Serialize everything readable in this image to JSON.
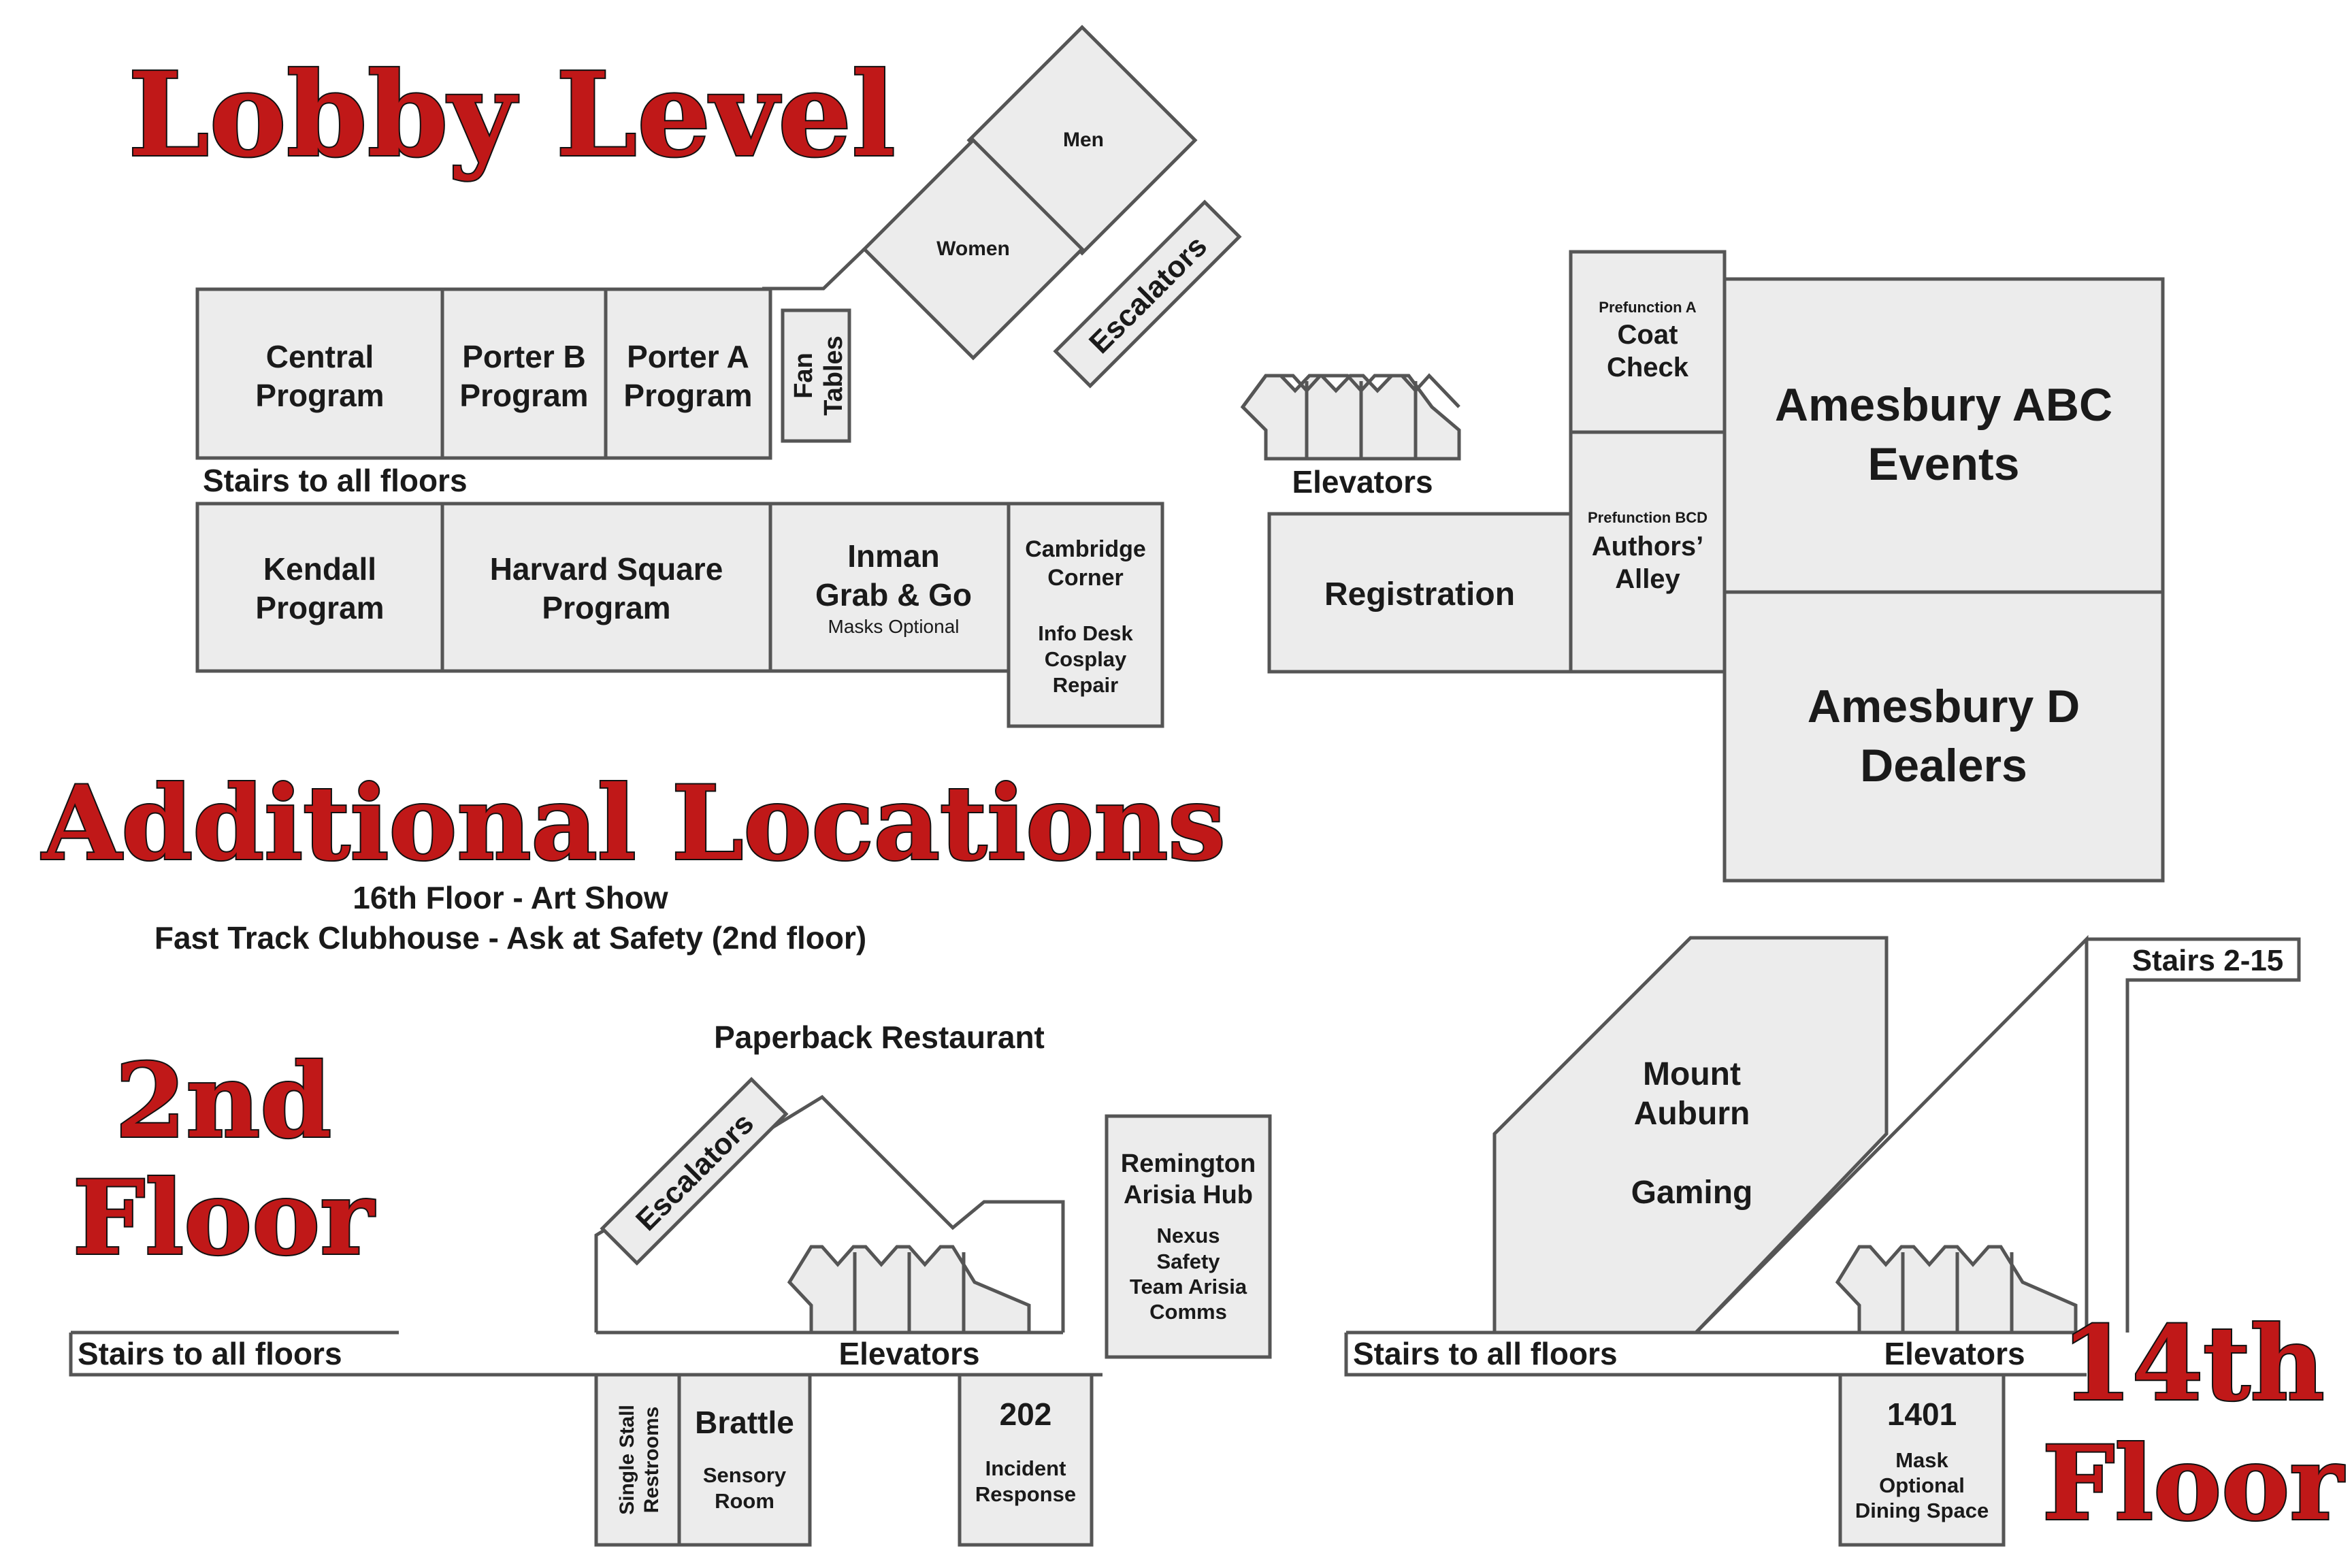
{
  "colors": {
    "title": "#c01818",
    "room_fill": "#ececec",
    "outline": "#555555",
    "text": "#1a1a1a"
  },
  "titles": {
    "lobby": "Lobby Level",
    "additional": "Additional Locations",
    "second_line1": "2nd",
    "second_line2": "Floor",
    "fourteenth_line1": "14th",
    "fourteenth_line2": "Floor"
  },
  "additional": {
    "line1": "16th Floor - Art Show",
    "line2": "Fast Track Clubhouse - Ask at Safety (2nd floor)"
  },
  "lobby": {
    "men": "Men",
    "women": "Women",
    "escalators": "Escalators",
    "central": [
      "Central",
      "Program"
    ],
    "porter_b": [
      "Porter B",
      "Program"
    ],
    "porter_a": [
      "Porter A",
      "Program"
    ],
    "fan_tables": [
      "Fan",
      "Tables"
    ],
    "stairs": "Stairs to all floors",
    "kendall": [
      "Kendall",
      "Program"
    ],
    "harvard": [
      "Harvard Square",
      "Program"
    ],
    "inman": [
      "Inman",
      "Grab & Go"
    ],
    "inman_note": "Masks Optional",
    "cambridge": [
      "Cambridge",
      "Corner"
    ],
    "info_desk": [
      "Info Desk",
      "Cosplay",
      "Repair"
    ],
    "elevators": "Elevators",
    "registration": "Registration",
    "prefunction_a": "Prefunction A",
    "coat_check": [
      "Coat",
      "Check"
    ],
    "prefunction_bcd": "Prefunction BCD",
    "authors_alley": [
      "Authors’",
      "Alley"
    ],
    "amesbury_abc": [
      "Amesbury ABC",
      "Events"
    ],
    "amesbury_d": [
      "Amesbury D",
      "Dealers"
    ]
  },
  "second": {
    "paperback": "Paperback Restaurant",
    "escalators": "Escalators",
    "stairs": "Stairs to all floors",
    "elevators": "Elevators",
    "remington": [
      "Remington",
      "Arisia Hub"
    ],
    "remington_sub": [
      "Nexus",
      "Safety",
      "Team Arisia",
      "Comms"
    ],
    "restrooms": [
      "Single Stall",
      "Restrooms"
    ],
    "brattle": "Brattle",
    "brattle_sub": [
      "Sensory",
      "Room"
    ],
    "r202": "202",
    "r202_sub": [
      "Incident",
      "Response"
    ]
  },
  "fourteenth": {
    "mount_auburn": [
      "Mount",
      "Auburn"
    ],
    "gaming": "Gaming",
    "stairs_2_15": "Stairs 2-15",
    "stairs": "Stairs to all floors",
    "elevators": "Elevators",
    "r1401": "1401",
    "r1401_sub": [
      "Mask",
      "Optional",
      "Dining Space"
    ]
  }
}
